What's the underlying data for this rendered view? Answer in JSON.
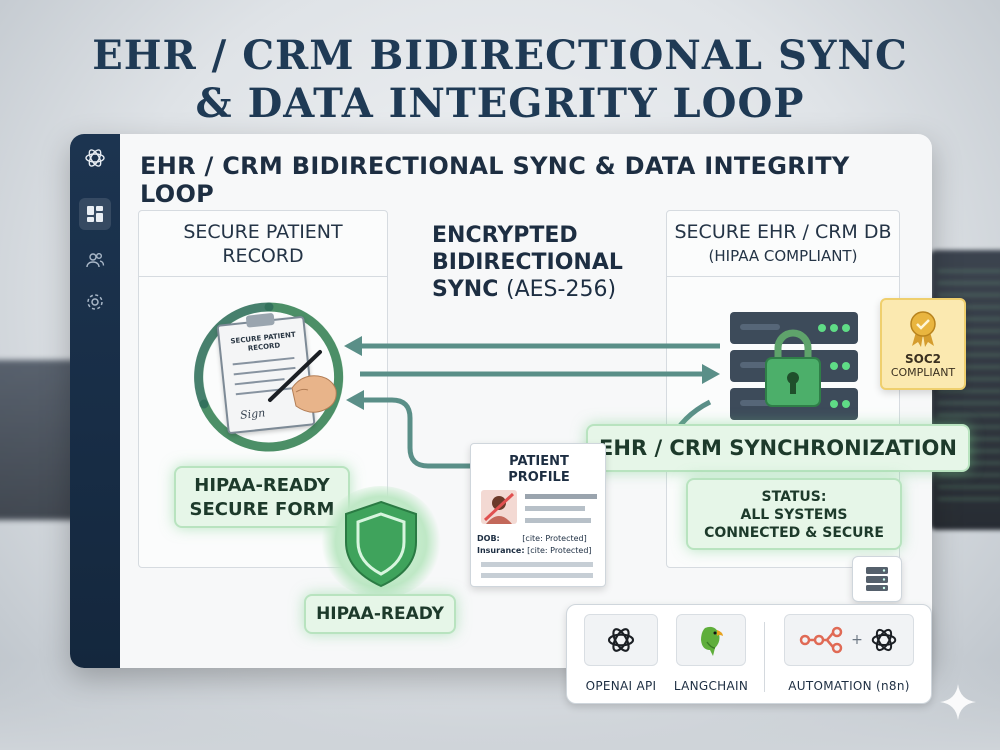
{
  "headline": {
    "line1": "EHR / CRM BIDIRECTIONAL SYNC",
    "line2": "& DATA INTEGRITY LOOP"
  },
  "window": {
    "title": "EHR / CRM BIDIRECTIONAL SYNC & DATA INTEGRITY LOOP"
  },
  "sidebar": {
    "icons": [
      "openai-logo-icon",
      "dashboard-icon",
      "users-icon",
      "gear-icon"
    ]
  },
  "left_panel": {
    "title_line1": "SECURE PATIENT",
    "title_line2": "RECORD",
    "clipboard_text_line1": "SECURE PATIENT",
    "clipboard_text_line2": "RECORD",
    "signature": "Sign",
    "form_badge_line1": "HIPAA-READY",
    "form_badge_line2": "SECURE FORM"
  },
  "center": {
    "label_line1": "ENCRYPTED",
    "label_line2": "BIDIRECTIONAL",
    "label_line3_bold": "SYNC",
    "label_line3_thin": "(AES-256)"
  },
  "right_panel": {
    "title": "SECURE EHR / CRM DB",
    "subtitle": "(HIPAA COMPLIANT)",
    "soc2_line1": "SOC2",
    "soc2_line2": "COMPLIANT",
    "sync_banner": "EHR / CRM SYNCHRONIZATION",
    "status_line1": "STATUS:",
    "status_line2": "ALL SYSTEMS",
    "status_line3": "CONNECTED & SECURE"
  },
  "patient_profile": {
    "title_line1": "PATIENT",
    "title_line2": "PROFILE",
    "dob_label": "DOB:",
    "dob_value": "[cite: Protected]",
    "insurance_label": "Insurance:",
    "insurance_value": "[cite: Protected]"
  },
  "shield_badge": "HIPAA-READY",
  "integrations": {
    "openai": "OPENAI API",
    "langchain": "LANGCHAIN",
    "automation": "AUTOMATION (n8n)",
    "plus": "+"
  },
  "colors": {
    "navy": "#1c3450",
    "accent_green": "#4caf6a",
    "teal_arrow": "#5a8f88",
    "gold": "#f3cf6d"
  }
}
